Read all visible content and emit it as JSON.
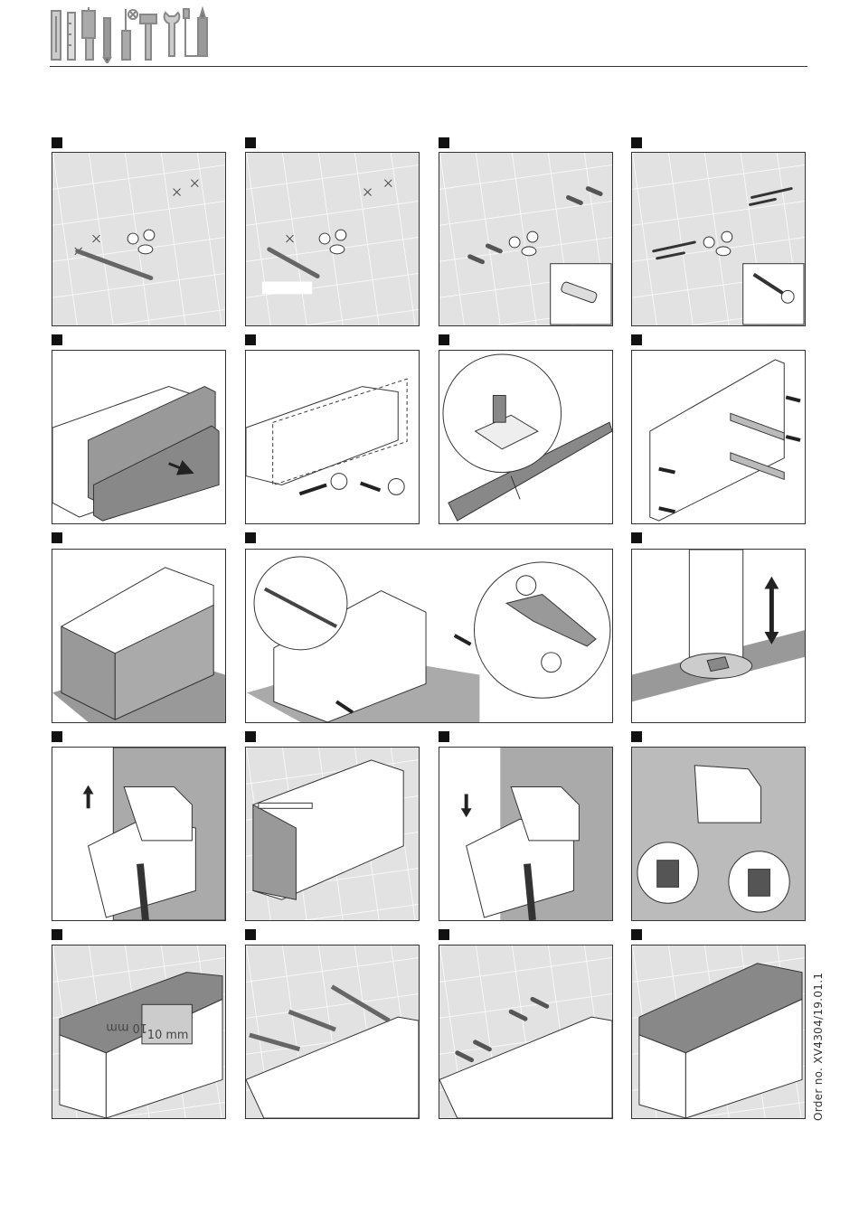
{
  "document": {
    "order_number": "Order no. XV4304/19.01.1",
    "measurement_label": "10 mm",
    "measurement_label_mirrored": "10 mm"
  },
  "icons": [
    "level-icon",
    "drill-icon",
    "pencil-icon",
    "wrench-icon",
    "screwdriver-icon",
    "silicone-icon"
  ],
  "colors": {
    "tile": "#e2e2e2",
    "tile_line": "#ffffff",
    "cabinet": "#9a9a9a",
    "dark": "#555555"
  }
}
